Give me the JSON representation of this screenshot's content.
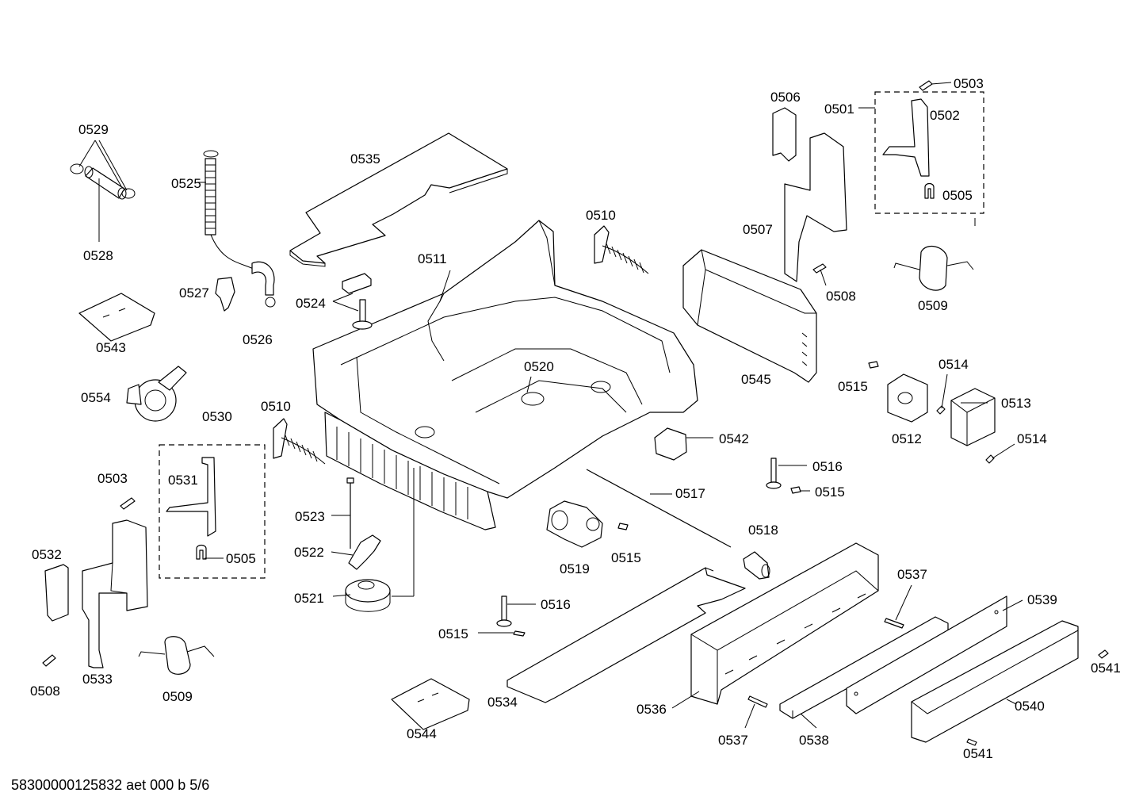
{
  "footer": "58300000125832 aet 000 b 5/6",
  "labels": {
    "l0503a": "0503",
    "l0506": "0506",
    "l0501": "0501",
    "l0502": "0502",
    "l0529": "0529",
    "l0535": "0535",
    "l0525": "0525",
    "l0505a": "0505",
    "l0510a": "0510",
    "l0528": "0528",
    "l0511": "0511",
    "l0507": "0507",
    "l0527": "0527",
    "l0524": "0524",
    "l0508a": "0508",
    "l0509a": "0509",
    "l0526": "0526",
    "l0543": "0543",
    "l0520": "0520",
    "l0545": "0545",
    "l0514a": "0514",
    "l0515a": "0515",
    "l0554": "0554",
    "l0513": "0513",
    "l0510b": "0510",
    "l0530": "0530",
    "l0542": "0542",
    "l0512": "0512",
    "l0514b": "0514",
    "l0516a": "0516",
    "l0503b": "0503",
    "l0531": "0531",
    "l0515b": "0515",
    "l0517": "0517",
    "l0523": "0523",
    "l0518": "0518",
    "l0532": "0532",
    "l0522": "0522",
    "l0505b": "0505",
    "l0519": "0519",
    "l0515c": "0515",
    "l0537a": "0537",
    "l0521": "0521",
    "l0516b": "0516",
    "l0539": "0539",
    "l0515d": "0515",
    "l0533": "0533",
    "l0541a": "0541",
    "l0508b": "0508",
    "l0509b": "0509",
    "l0534": "0534",
    "l0536": "0536",
    "l0540": "0540",
    "l0544": "0544",
    "l0537b": "0537",
    "l0538": "0538",
    "l0541b": "0541"
  }
}
